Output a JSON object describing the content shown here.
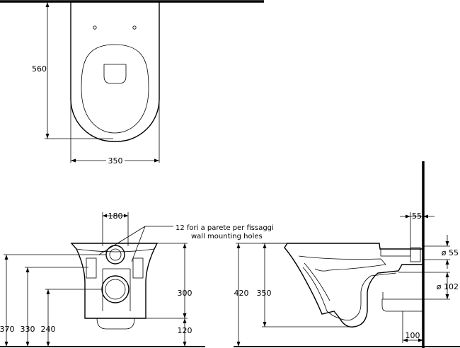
{
  "top_view": {
    "dim_length": "560",
    "dim_width": "350"
  },
  "front_view": {
    "dim_hole_spacing": "180",
    "note_it": "12 fori a parete per fissaggi",
    "note_en": "wall mounting holes",
    "dim_370": "370",
    "dim_330": "330",
    "dim_240": "240",
    "dim_300": "300",
    "dim_120": "120"
  },
  "side_view": {
    "dim_420": "420",
    "dim_350": "350",
    "dim_55_top": "55",
    "dim_inlet": "ø 55",
    "dim_outlet": "ø 102",
    "dim_100": "100"
  }
}
